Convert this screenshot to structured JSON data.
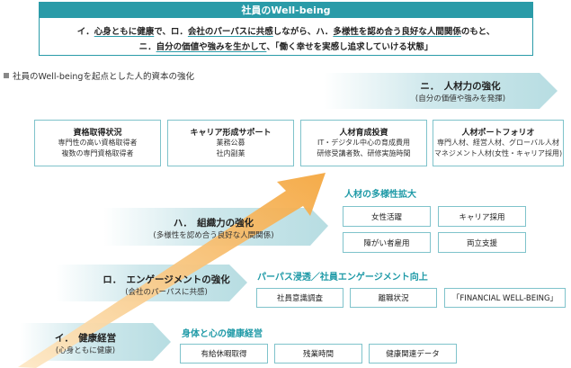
{
  "header": {
    "title": "社員のWell-being",
    "line1_parts": [
      "イ．",
      "心身ともに健康",
      "で、",
      "ロ．",
      "会社のパーパスに共感",
      "しながら、",
      "ハ．",
      "多様性を認め合う良好な人間関係",
      "のもと、"
    ],
    "line2_parts": [
      "ニ．",
      "自分の価値や強みを生かして",
      "、「働く幸せを実感し追求していける状態」"
    ]
  },
  "section_label": "社員のWell-beingを起点とした人的資本の強化",
  "pillars": {
    "ni": {
      "title": "ニ．　人材力の強化",
      "subtitle": "(自分の価値や強みを発揮)"
    },
    "ha": {
      "title": "ハ．　組織力の強化",
      "subtitle": "(多様性を認め合う良好な人間関係)"
    },
    "ro": {
      "title": "ロ．　エンゲージメントの強化",
      "subtitle": "(会社のパーパスに共感)"
    },
    "i": {
      "title": "イ．　健康経営",
      "subtitle": "(心身ともに健康)"
    }
  },
  "cards": [
    {
      "title": "資格取得状況",
      "lines": [
        "専門性の高い資格取得者",
        "複数の専門資格取得者"
      ]
    },
    {
      "title": "キャリア形成サポート",
      "lines": [
        "業務公募",
        "社内副業"
      ]
    },
    {
      "title": "人材育成投資",
      "lines": [
        "IT・デジタル中心の育成費用",
        "研修受講者数、研修実施時間"
      ]
    },
    {
      "title": "人材ポートフォリオ",
      "lines": [
        "専門人材、経営人材、グローバル人材",
        "マネジメント人材(女性・キャリア採用)"
      ]
    }
  ],
  "diversity": {
    "heading": "人材の多様性拡大",
    "items": [
      "女性活躍",
      "キャリア採用",
      "障がい者雇用",
      "両立支援"
    ]
  },
  "purpose": {
    "heading": "パーパス浸透／社員エンゲージメント向上",
    "items": [
      "社員意識調査",
      "離職状況",
      "「FINANCIAL WELL-BEING」"
    ]
  },
  "health": {
    "heading": "身体と心の健康経営",
    "items": [
      "有給休暇取得",
      "残業時間",
      "健康関連データ"
    ]
  },
  "colors": {
    "teal": "#2a9ba8",
    "teal_light": "#cfe8ec",
    "orange": "#f5b251",
    "box_border": "#7fc3cb"
  }
}
